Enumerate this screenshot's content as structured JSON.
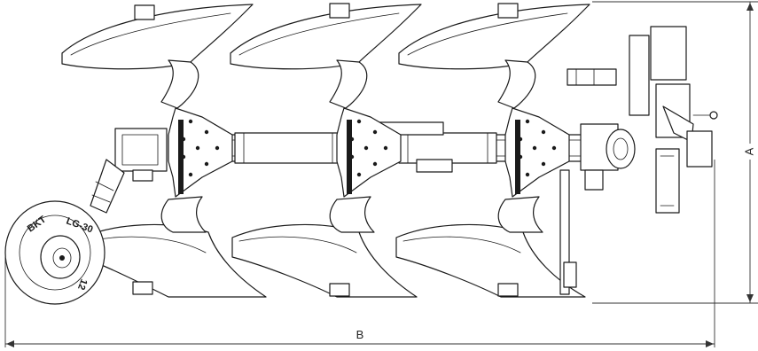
{
  "diagram": {
    "dimension_labels": {
      "height_label": "A",
      "length_label": "B"
    },
    "tyre_markings": {
      "brand": "BKT",
      "model": "LG-30",
      "size": "12"
    }
  }
}
